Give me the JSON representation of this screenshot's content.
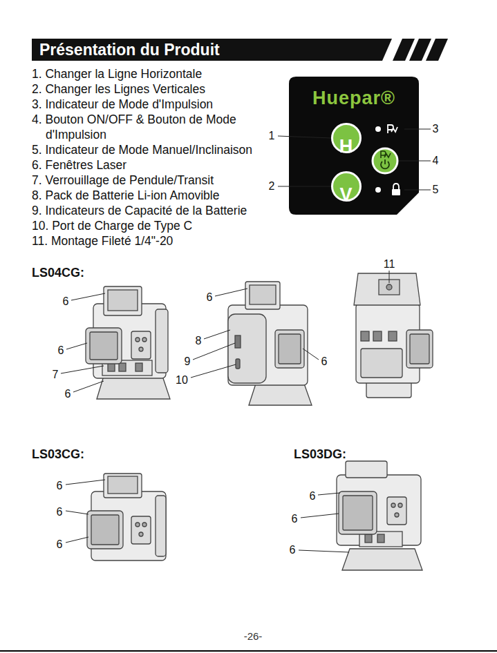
{
  "diagram": {
    "title": "Présentation du Produit",
    "nodes": [
      {
        "text": [
          "Huepar®"
        ]
      },
      {
        "text": [
          "H"
        ],
        "in": 0
      },
      {
        "text": [
          "V"
        ],
        "in": 0
      }
    ],
    "labels": [
      "1. Changer la Ligne Horizontale",
      "2. Changer les Lignes Verticales",
      "3. Indicateur de Mode d'Impulsion",
      "4. Bouton ON/OFF & Bouton de Mode d'Impulsion",
      "5. Indicateur de Mode Manuel/Inclinaison",
      "6. Fenêtres Laser",
      "7. Verrouillage de Pendule/Transit",
      "8. Pack de Batterie Li-ion Amovible",
      "9. Indicateurs de Capacité de la Batterie",
      "10. Port de Charge de Type C",
      "11. Montage Fileté 1/4\"-20",
      "1",
      "2",
      "3",
      "4",
      "5",
      "LS04CG:",
      "6",
      "6",
      "7",
      "6",
      "6",
      "8",
      "9",
      "10",
      "6",
      "11",
      "LS03CG:",
      "6",
      "6",
      "6",
      "LS03DG:",
      "6",
      "6",
      "6",
      "-26-"
    ]
  }
}
